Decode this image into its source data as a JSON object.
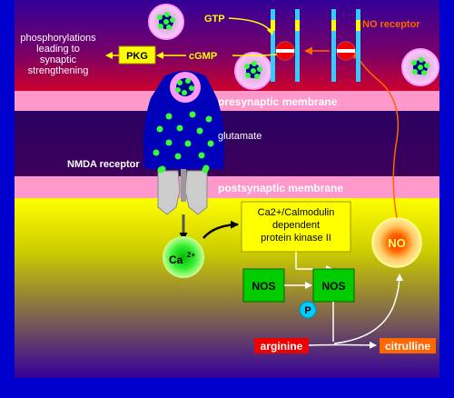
{
  "labels": {
    "gtp": "GTP",
    "no_receptor": "NO receptor",
    "phosphorylations": [
      "phosphorylations",
      "leading to",
      "synaptic",
      "strengthening"
    ],
    "pkg": "PKG",
    "cgmp": "cGMP",
    "presynaptic_membrane": "presynaptic membrane",
    "glutamate": "glutamate",
    "nmda_receptor": "NMDA receptor",
    "postsynaptic_membrane": "postsynaptic membrane",
    "camk": [
      "Ca2+/Calmodulin",
      "dependent",
      "protein kinase II"
    ],
    "ca": "Ca",
    "ca_sup": "2+",
    "nos_left": "NOS",
    "nos_right": "NOS",
    "phospho": "P",
    "no": "NO",
    "arginine": "arginine",
    "citrulline": "citrulline"
  },
  "colors": {
    "background_border": "#0000cc",
    "presynaptic_top": "#330099",
    "presynaptic_bottom": "#cc0033",
    "membrane": "#ff99cc",
    "synaptic_cleft": "#330066",
    "postsynaptic_top": "#ffff00",
    "postsynaptic_bottom": "#330099",
    "label_box_yellow": "#ffff00",
    "nos_green": "#00cc00",
    "arginine_red": "#ee0000",
    "citrulline_orange": "#ff6600",
    "cgmp_yellow": "#ffff00",
    "no_receptor_orange": "#ff6600",
    "glutamate_green": "#33ff33",
    "vesicle_blue": "#000099"
  }
}
